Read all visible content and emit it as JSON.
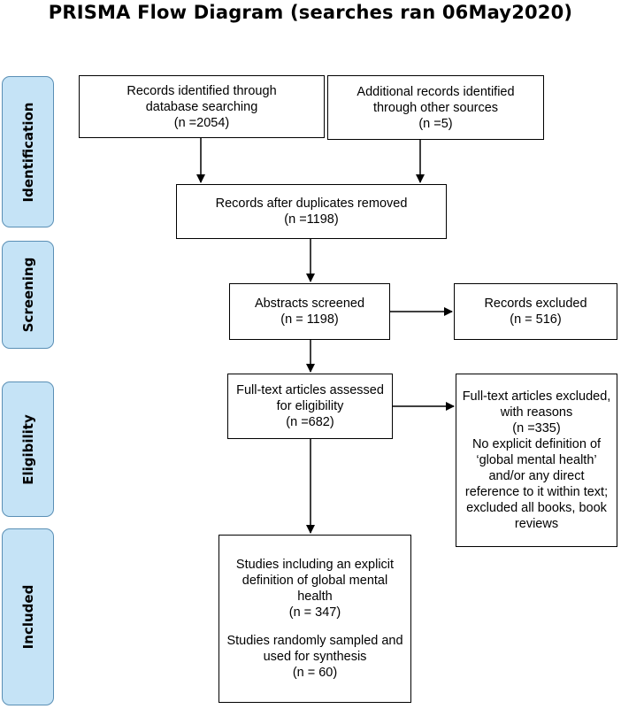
{
  "title": "PRISMA Flow Diagram (searches ran 06May2020)",
  "stages": {
    "identification": "Identification",
    "screening": "Screening",
    "eligibility": "Eligibility",
    "included": "Included"
  },
  "boxes": {
    "database": [
      "Records identified through",
      "database searching",
      "(n =2054)"
    ],
    "other_sources": [
      "Additional records identified",
      "through other sources",
      "(n =5)"
    ],
    "duplicates_removed": [
      "Records after duplicates removed",
      "(n =1198)"
    ],
    "abstracts_screened": [
      "Abstracts screened",
      "(n = 1198)"
    ],
    "records_excluded": [
      "Records excluded",
      "(n = 516)"
    ],
    "fulltext_assessed": [
      "Full-text articles assessed",
      "for eligibility",
      "(n =682)"
    ],
    "fulltext_excluded": [
      "Full-text articles excluded,",
      "with reasons",
      "(n =335)",
      "No explicit definition of",
      "‘global mental health’",
      "and/or any direct",
      "reference to it within text;",
      "excluded all books, book",
      "reviews"
    ],
    "included": [
      "Studies including an explicit",
      "definition of global mental",
      "health",
      "(n = 347)",
      "",
      "Studies randomly sampled and",
      "used for synthesis",
      "(n = 60)"
    ]
  }
}
